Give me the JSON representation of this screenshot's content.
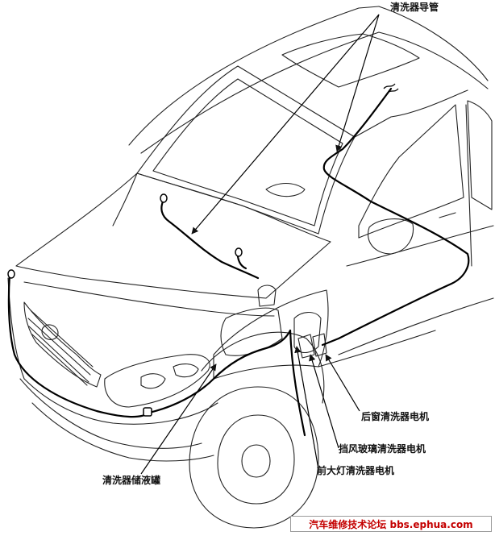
{
  "labels": {
    "washer_hose": "清洗器导管",
    "rear_window_washer_motor": "后窗清洗器电机",
    "windshield_washer_motor": "挡风玻璃清洗器电机",
    "headlight_washer_motor": "前大灯清洗器电机",
    "washer_reservoir": "清洗器储液罐"
  },
  "watermark": {
    "text": "汽车维修技术论坛 bbs.ephua.com"
  },
  "colors": {
    "line": "#111111",
    "watermark_text": "#c40000"
  }
}
